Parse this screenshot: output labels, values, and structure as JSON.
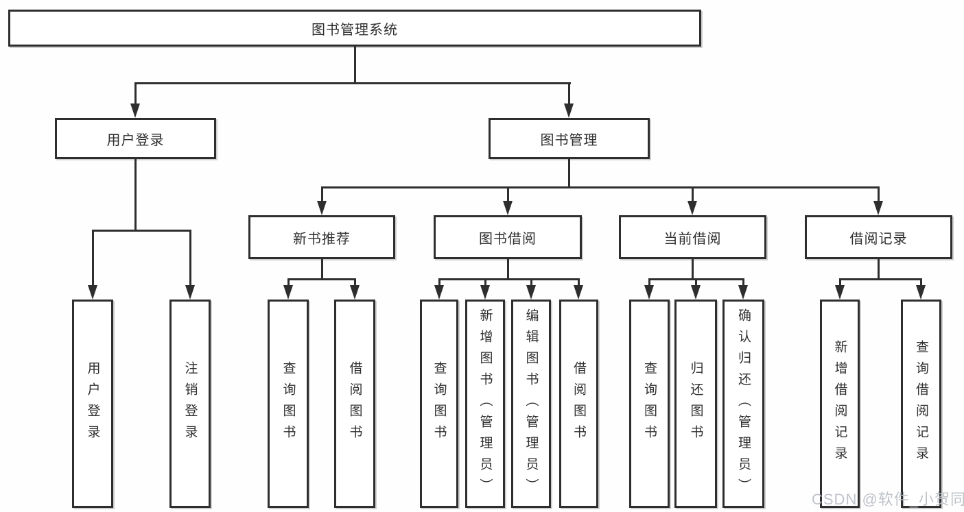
{
  "diagram": {
    "root": {
      "label": "图书管理系统"
    },
    "level2": [
      {
        "label": "用户登录"
      },
      {
        "label": "图书管理"
      }
    ],
    "level3": [
      {
        "label": "新书推荐"
      },
      {
        "label": "图书借阅"
      },
      {
        "label": "当前借阅"
      },
      {
        "label": "借阅记录"
      }
    ],
    "leaves": {
      "user_login": [
        {
          "label": "用户登录"
        },
        {
          "label": "注销登录"
        }
      ],
      "new_book": [
        {
          "label": "查询图书"
        },
        {
          "label": "借阅图书"
        }
      ],
      "book_borrow": [
        {
          "label": "查询图书"
        },
        {
          "label": "新增图书（管理员）"
        },
        {
          "label": "编辑图书（管理员）"
        },
        {
          "label": "借阅图书"
        }
      ],
      "current_borrow": [
        {
          "label": "查询图书"
        },
        {
          "label": "归还图书"
        },
        {
          "label": "确认归还（管理员）"
        }
      ],
      "borrow_records": [
        {
          "label": "新增借阅记录"
        },
        {
          "label": "查询借阅记录"
        }
      ]
    },
    "colors": {
      "line": "#2e2e2e",
      "box_border": "#2e2e2e",
      "text": "#2f2f2f",
      "background": "#fefefe",
      "watermark": "#b9bdc4"
    }
  },
  "watermark": {
    "text": "CSDN @软件_小贺同学"
  }
}
